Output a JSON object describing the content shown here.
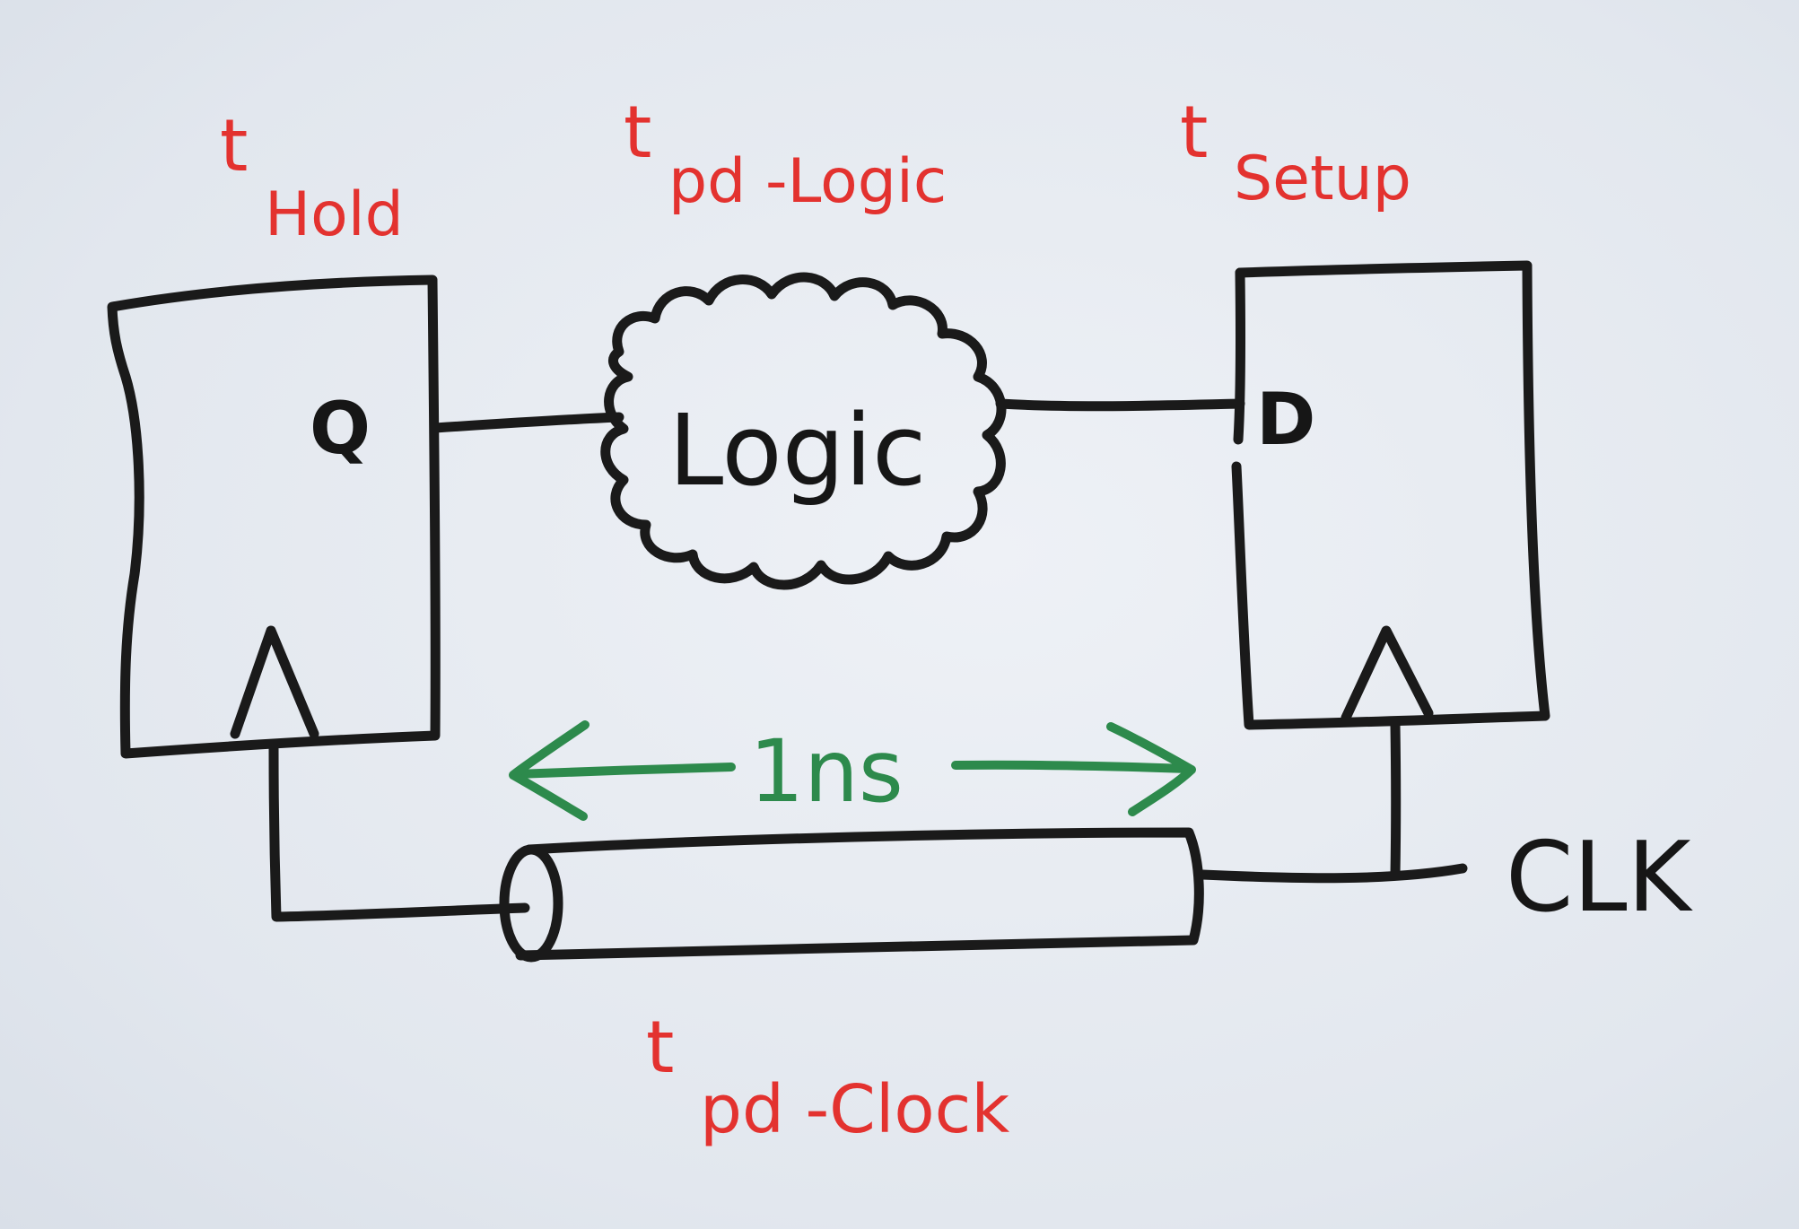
{
  "colors": {
    "ink_black": "#1a1a1a",
    "ink_red": "#e3322f",
    "ink_green": "#2d8a4c"
  },
  "labels": {
    "t_hold": {
      "main": "t",
      "sub": "Hold"
    },
    "t_pd_logic": {
      "main": "t",
      "sub": "pd -Logic"
    },
    "t_setup": {
      "main": "t",
      "sub": "Setup"
    },
    "t_pd_clock": {
      "main": "t",
      "sub": "pd -Clock"
    },
    "q_pin": "Q",
    "d_pin": "D",
    "logic_block": "Logic",
    "delay": "1ns",
    "clk": "CLK"
  }
}
